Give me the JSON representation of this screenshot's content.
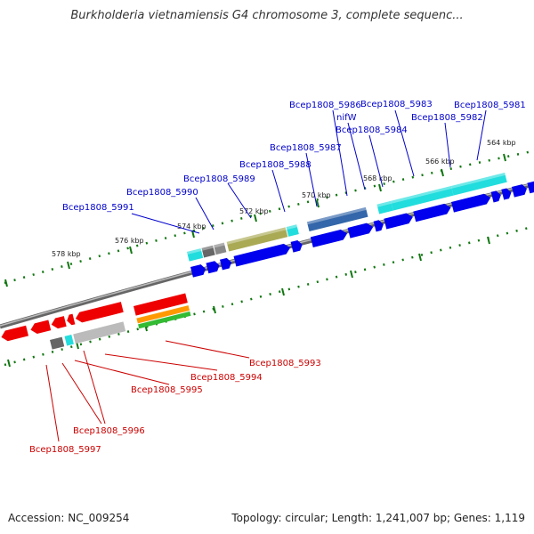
{
  "title": "Burkholderia vietnamiensis G4 chromosome 3, complete sequenc...",
  "footer": {
    "accession": "Accession: NC_009254",
    "summary": "Topology: circular; Length: 1,241,007 bp; Genes: 1,119"
  },
  "colors": {
    "forward_label": "#0000cc",
    "reverse_label": "#cc0000",
    "forward_gene": "#0000ee",
    "reverse_gene": "#ee0000",
    "tick": "#117711",
    "backbone": "#888888"
  },
  "ticks": [
    "578 kbp",
    "576 kbp",
    "574 kbp",
    "572 kbp",
    "570 kbp",
    "568 kbp",
    "566 kbp",
    "564 kbp"
  ],
  "forward_genes": [
    "Bcep1808_5991",
    "Bcep1808_5990",
    "Bcep1808_5989",
    "Bcep1808_5988",
    "Bcep1808_5987",
    "Bcep1808_5986",
    "nifW",
    "Bcep1808_5984",
    "Bcep1808_5983",
    "Bcep1808_5982",
    "Bcep1808_5981"
  ],
  "reverse_genes": [
    "Bcep1808_5993",
    "Bcep1808_5994",
    "Bcep1808_5995",
    "Bcep1808_5996",
    "Bcep1808_5997"
  ]
}
